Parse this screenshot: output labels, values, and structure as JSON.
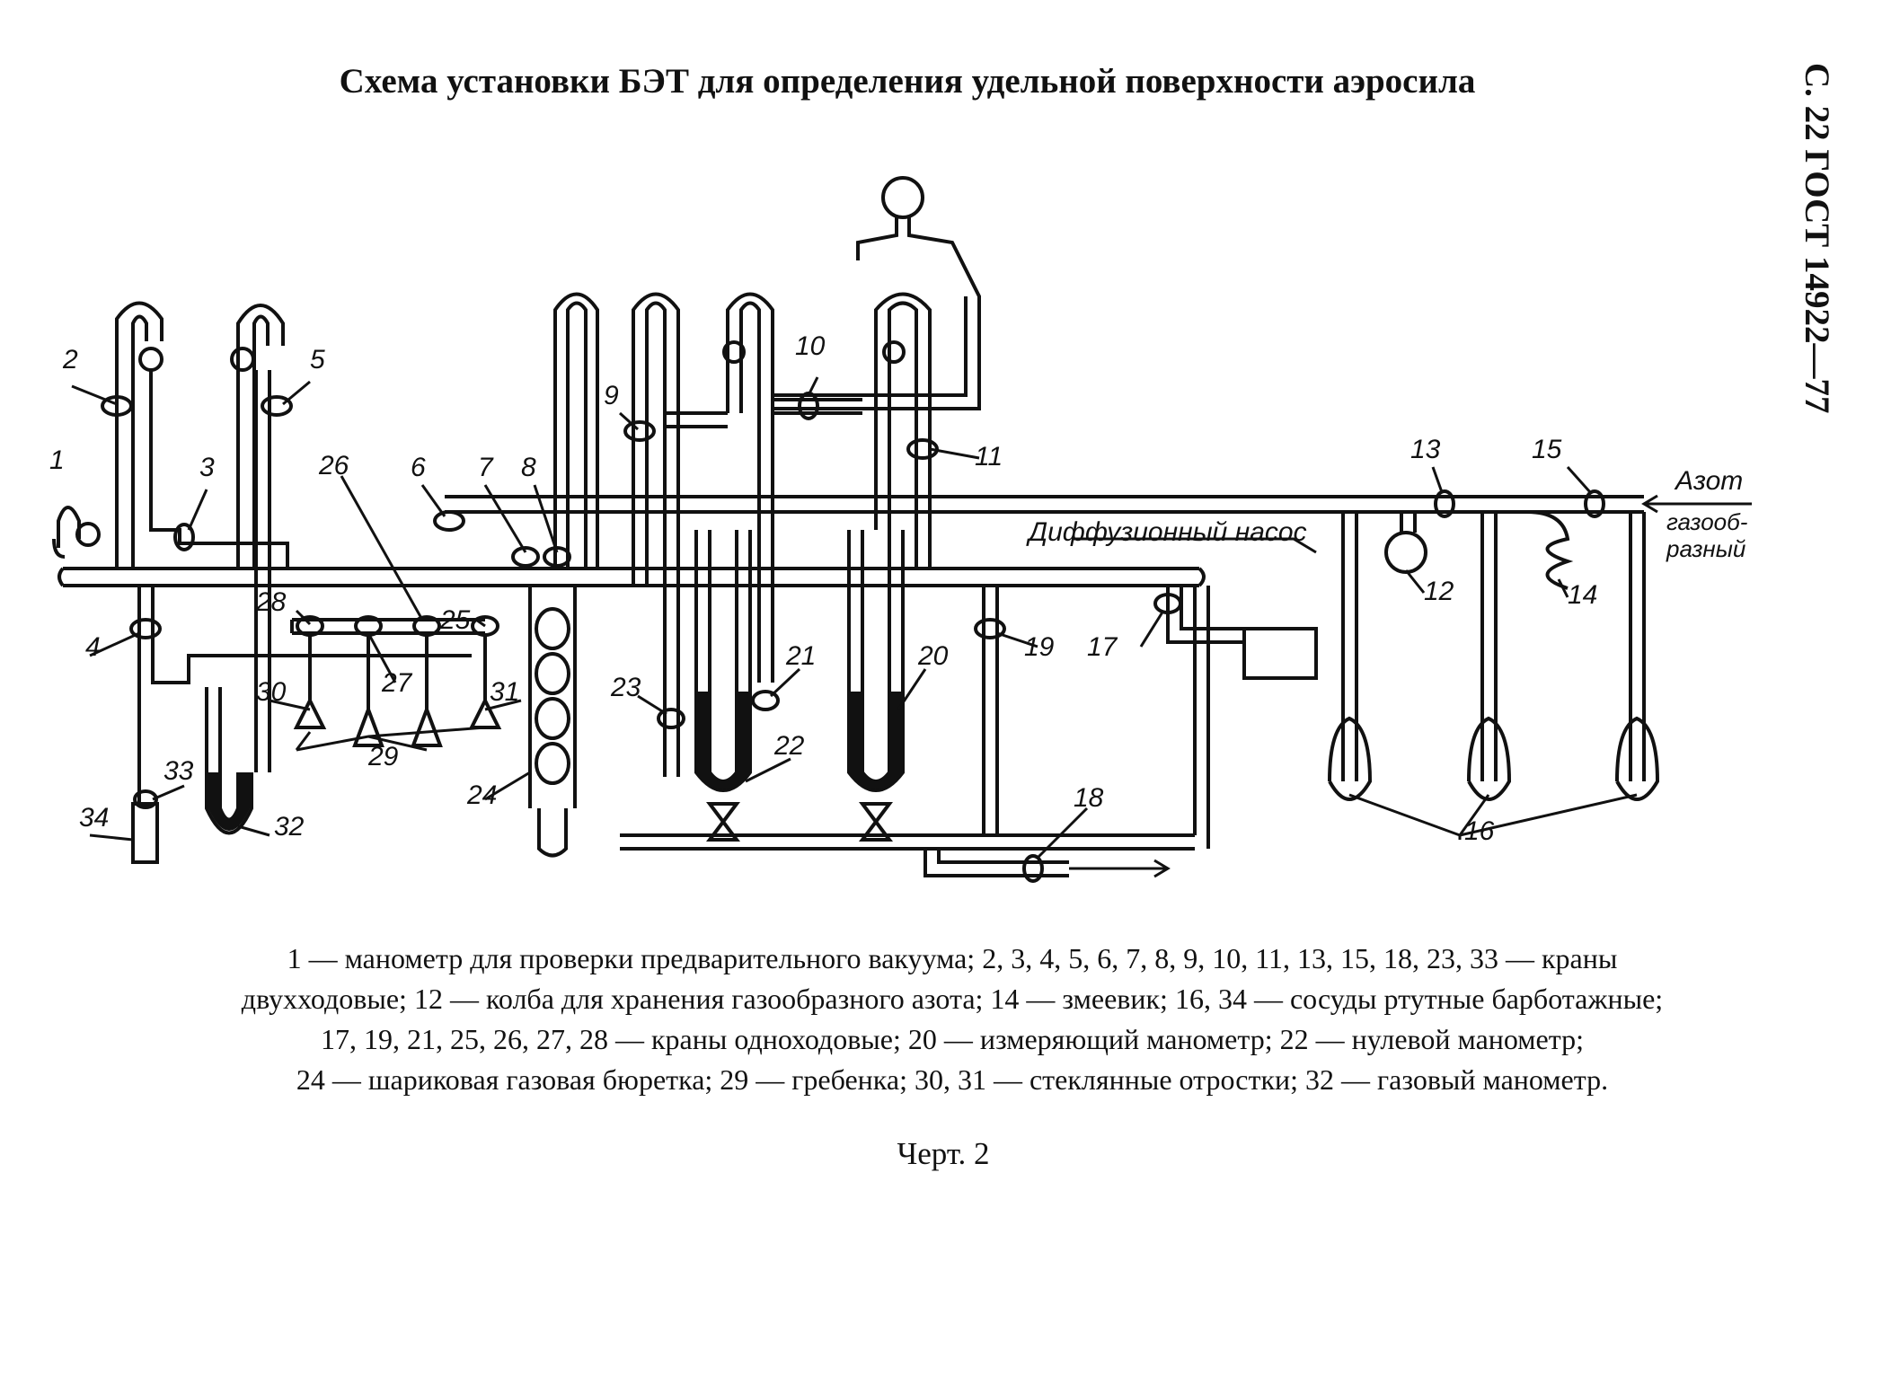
{
  "header": {
    "title": "Схема установки БЭТ для определения удельной поверхности аэросила",
    "side_ref": "С. 22 ГОСТ 14922—77"
  },
  "labels": {
    "n1": "1",
    "n2": "2",
    "n3": "3",
    "n4": "4",
    "n5": "5",
    "n6": "6",
    "n7": "7",
    "n8": "8",
    "n9": "9",
    "n10": "10",
    "n11": "11",
    "n12": "12",
    "n13": "13",
    "n14": "14",
    "n15": "15",
    "n16": "16",
    "n17": "17",
    "n18": "18",
    "n19": "19",
    "n20": "20",
    "n21": "21",
    "n22": "22",
    "n23": "23",
    "n24": "24",
    "n25": "25",
    "n26": "26",
    "n27": "27",
    "n28": "28",
    "n29": "29",
    "n30": "30",
    "n31": "31",
    "n32": "32",
    "n33": "33",
    "n34": "34",
    "diffusion_pump": "Диффузионный насос",
    "nitrogen_1": "Азот",
    "nitrogen_2": "газооб-",
    "nitrogen_3": "разный"
  },
  "legend": {
    "line1": "1 — манометр для проверки предварительного вакуума; 2, 3, 4, 5, 6, 7, 8, 9, 10, 11, 13, 15, 18, 23, 33 — краны",
    "line2": "двухходовые; 12 — колба для хранения газообразного азота; 14 — змеевик; 16, 34 — сосуды ртутные барботажные;",
    "line3": "17, 19, 21, 25, 26, 27, 28 — краны одноходовые; 20 — измеряющий манометр; 22 — нулевой манометр;",
    "line4": "24 — шариковая газовая бюретка; 29 — гребенка; 30, 31 — стеклянные отростки; 32 — газовый манометр."
  },
  "caption": "Черт. 2"
}
